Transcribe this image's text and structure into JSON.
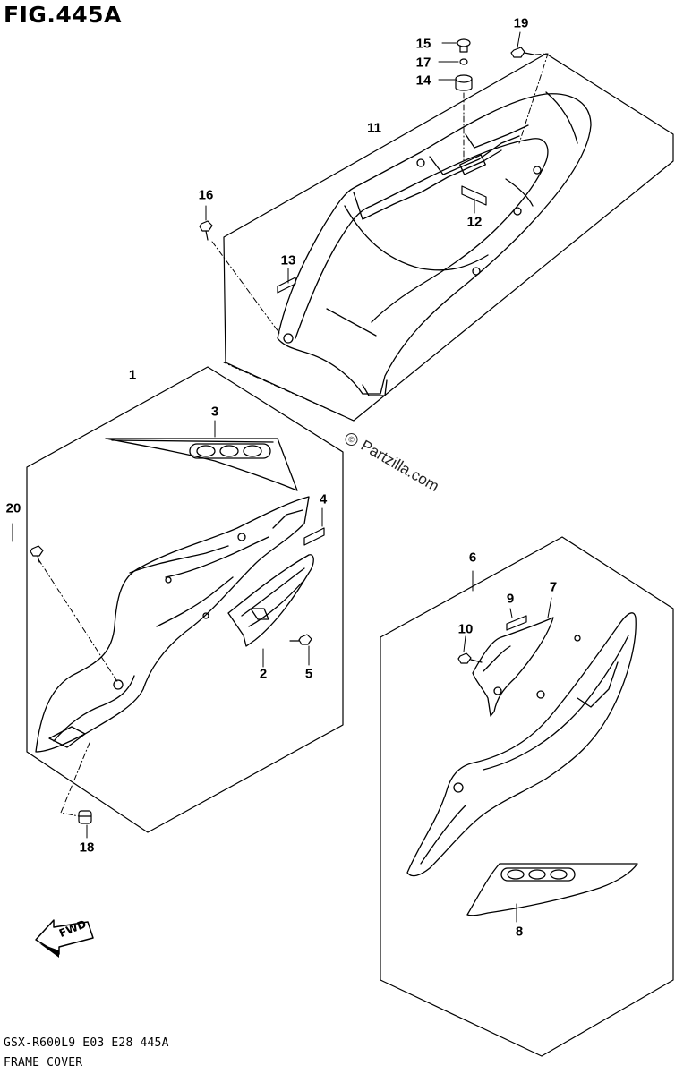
{
  "figure": {
    "title": "FIG.445A",
    "model_code": "GSX-R600L9  E03  E28  445A",
    "caption": "FRAME COVER",
    "watermark": "Partzilla.com",
    "fwd_label": "FWD"
  },
  "callouts": [
    {
      "id": "callout-1",
      "label": "1"
    },
    {
      "id": "callout-2",
      "label": "2"
    },
    {
      "id": "callout-3",
      "label": "3"
    },
    {
      "id": "callout-4",
      "label": "4"
    },
    {
      "id": "callout-5",
      "label": "5"
    },
    {
      "id": "callout-6",
      "label": "6"
    },
    {
      "id": "callout-7",
      "label": "7"
    },
    {
      "id": "callout-8",
      "label": "8"
    },
    {
      "id": "callout-9",
      "label": "9"
    },
    {
      "id": "callout-10",
      "label": "10"
    },
    {
      "id": "callout-11",
      "label": "11"
    },
    {
      "id": "callout-12",
      "label": "12"
    },
    {
      "id": "callout-13",
      "label": "13"
    },
    {
      "id": "callout-14",
      "label": "14"
    },
    {
      "id": "callout-15",
      "label": "15"
    },
    {
      "id": "callout-16",
      "label": "16"
    },
    {
      "id": "callout-17",
      "label": "17"
    },
    {
      "id": "callout-18",
      "label": "18"
    },
    {
      "id": "callout-19",
      "label": "19"
    },
    {
      "id": "callout-20",
      "label": "20"
    }
  ]
}
